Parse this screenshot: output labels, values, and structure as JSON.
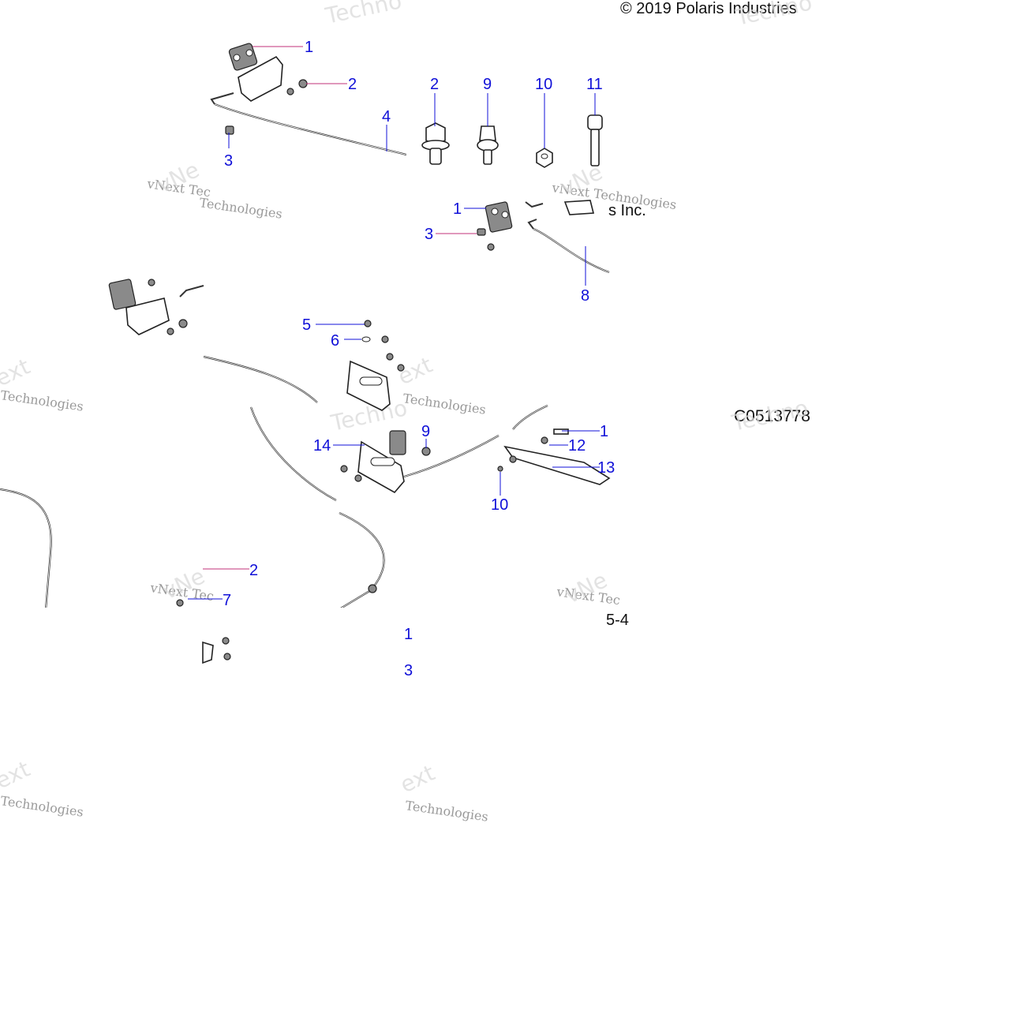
{
  "header": {
    "copyright": "© 2019 Polaris Industries"
  },
  "figure_code": "C0513778",
  "fragments": {
    "inc": "s Inc.",
    "page_ref": "5-4"
  },
  "watermarks": {
    "vnext_tec": "vNext Tec",
    "vnext_technologies": "vNext Technologies",
    "vn": "vNe",
    "ext": "ext",
    "technologies": "Technologies",
    "techno": "Techno"
  },
  "callouts": [
    {
      "id": "c1a",
      "label": "1"
    },
    {
      "id": "c2a",
      "label": "2"
    },
    {
      "id": "c4",
      "label": "4"
    },
    {
      "id": "c3a",
      "label": "3"
    },
    {
      "id": "c2b",
      "label": "2"
    },
    {
      "id": "c9a",
      "label": "9"
    },
    {
      "id": "c10a",
      "label": "10"
    },
    {
      "id": "c11",
      "label": "11"
    },
    {
      "id": "c1b",
      "label": "1"
    },
    {
      "id": "c3b",
      "label": "3"
    },
    {
      "id": "c8",
      "label": "8"
    },
    {
      "id": "c5",
      "label": "5"
    },
    {
      "id": "c6",
      "label": "6"
    },
    {
      "id": "c9b",
      "label": "9"
    },
    {
      "id": "c14",
      "label": "14"
    },
    {
      "id": "c1c",
      "label": "1"
    },
    {
      "id": "c12",
      "label": "12"
    },
    {
      "id": "c13",
      "label": "13"
    },
    {
      "id": "c10b",
      "label": "10"
    },
    {
      "id": "c2c",
      "label": "2"
    },
    {
      "id": "c7",
      "label": "7"
    },
    {
      "id": "c1d",
      "label": "1"
    },
    {
      "id": "c3c",
      "label": "3"
    }
  ],
  "colors": {
    "callout": "#1010d8",
    "leader_magenta": "#c0307a",
    "line_art": "#222222",
    "watermark": "#9a9a9a"
  }
}
